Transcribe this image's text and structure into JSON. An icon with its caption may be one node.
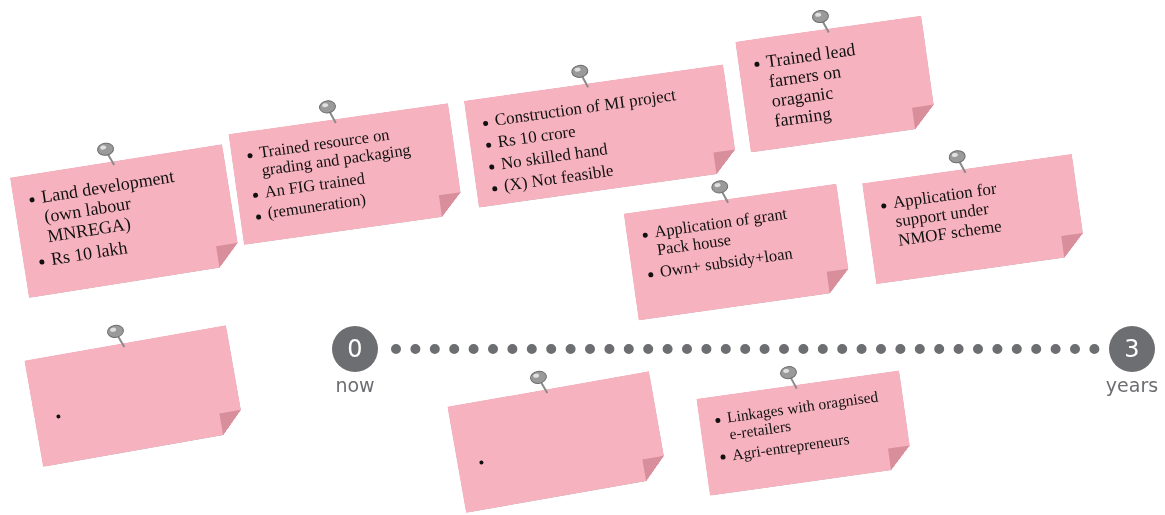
{
  "diagram": {
    "nodes": [
      {
        "text": [
          "Land development (own labour MNREGA)",
          "Rs 10 lakh"
        ]
      },
      {
        "text": [
          "Trained resource on grading and packaging",
          "An FIG trained",
          "(remuneration)"
        ]
      },
      {
        "text": [
          "Construction of MI project",
          "Rs 10 crore",
          "No skilled hand",
          "(X) Not feasible"
        ]
      },
      {
        "text": [
          "Trained lead farners on oraganic farming"
        ]
      },
      {
        "text": [
          "Application of grant Pack house",
          "Own+ subsidy+loan"
        ]
      },
      {
        "text": [
          "Application for support under NMOF scheme"
        ]
      },
      {
        "text": [],
        "shape": "box"
      },
      {
        "text": [
          "0"
        ],
        "beside": [
          "now"
        ]
      },
      {
        "text": [
          "3"
        ],
        "beside": [
          "years"
        ]
      },
      {
        "text": [],
        "shape": "box"
      },
      {
        "text": [
          "Linkages with oragnised e-retailers",
          "Agri-entrepreneurs"
        ]
      }
    ],
    "edges": [
      {
        "from": 7,
        "to": 8,
        "arrow": "none",
        "style": "dashed"
      }
    ]
  }
}
